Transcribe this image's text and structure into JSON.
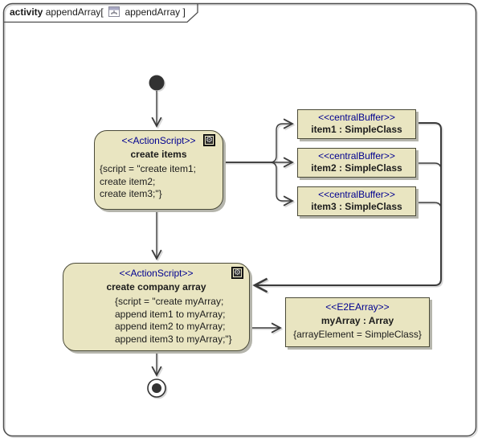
{
  "frame": {
    "keyword": "activity",
    "title": "appendArray[",
    "inner_name": "appendArray",
    "bracket_close": "]"
  },
  "nodes": {
    "create_items": {
      "stereotype": "<<ActionScript>>",
      "name": "create items",
      "script_lines": [
        "{script = \"create item1;",
        "create item2;",
        "create item3;\"}"
      ]
    },
    "create_company_array": {
      "stereotype": "<<ActionScript>>",
      "name": "create company array",
      "script_lines": [
        "{script = \"create myArray;",
        "append item1 to myArray;",
        "append item2 to myArray;",
        "append item3 to myArray;\"}"
      ]
    },
    "item1": {
      "stereotype": "<<centralBuffer>>",
      "name": "item1 : SimpleClass"
    },
    "item2": {
      "stereotype": "<<centralBuffer>>",
      "name": "item2 : SimpleClass"
    },
    "item3": {
      "stereotype": "<<centralBuffer>>",
      "name": "item3 : SimpleClass"
    },
    "my_array": {
      "stereotype": "<<E2EArray>>",
      "name": "myArray : Array",
      "constraint": "{arrayElement = SimpleClass}"
    }
  },
  "icons": {
    "action_corner": "gear-icon",
    "tab": "activity-diagram-icon"
  },
  "colors": {
    "node_fill": "#E9E5C1",
    "node_border": "#4A4A38",
    "stereotype_text": "#000090",
    "edge": "#3A3A3A",
    "shadow": "#B5B5AC",
    "background": "#FFFFFF"
  }
}
